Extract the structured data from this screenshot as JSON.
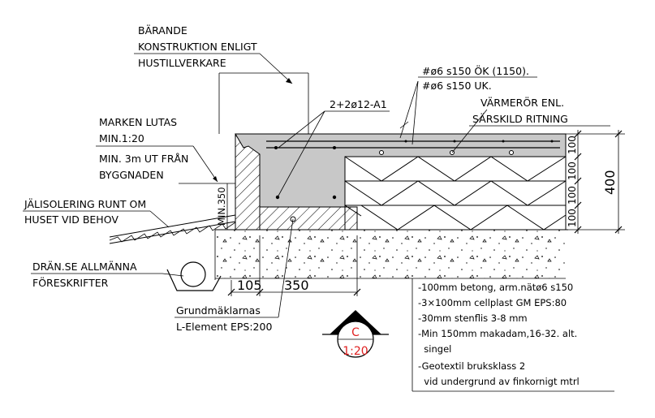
{
  "labels": {
    "barande": [
      "BÄRANDE",
      "KONSTRUKTION ENLIGT",
      "HUSTILLVERKARE"
    ],
    "reinf_top": "#ø6 s150 ÖK (1150).",
    "reinf_bottom": "#ø6 s150 UK.",
    "rebar": "2+2ø12-A1",
    "varmeror": [
      "VÄRMERÖR ENL.",
      "SÄRSKILD RITNING"
    ],
    "marken": [
      "MARKEN LUTAS",
      "MIN.1:20",
      "MIN. 3m UT FRÅN",
      "BYGGNADEN"
    ],
    "min350": "MIN.350",
    "jalisolering": [
      "JÄLISOLERING RUNT OM",
      "HUSET VID BEHOV"
    ],
    "dran": [
      "DRÄN.SE ALLMÄNNA",
      "FÖRESKRIFTER"
    ],
    "grundmaklarnas": [
      "Grundmäklarnas",
      "L-Element EPS:200"
    ]
  },
  "dimensions": {
    "bottom_left": "105",
    "bottom_right": "350",
    "layer_top": "100",
    "layer_2": "100",
    "layer_3": "100",
    "layer_4": "100",
    "total": "400"
  },
  "section_marker": {
    "letter": "C",
    "scale": "1:20",
    "color": "#e02020"
  },
  "spec_list": [
    "-100mm betong, arm.nätø6 s150",
    "-3×100mm cellplast GM EPS:80",
    "-30mm stenflis 3-8 mm",
    "-Min 150mm makadam,16-32. alt.",
    "  singel",
    "-Geotextil bruksklass 2",
    "  vid undergrund av finkornigt mtrl"
  ]
}
